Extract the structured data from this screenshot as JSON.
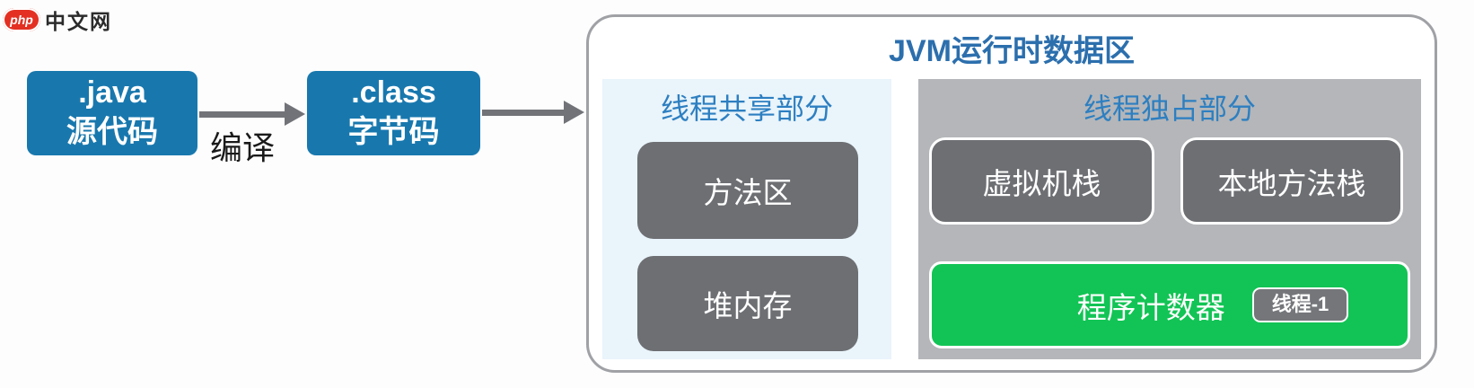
{
  "logo": {
    "brand": "php",
    "text": "中文网"
  },
  "flow": {
    "java_box": {
      "line1": ".java",
      "line2": "源代码"
    },
    "compile_label": "编译",
    "class_box": {
      "line1": ".class",
      "line2": "字节码"
    }
  },
  "jvm": {
    "title": "JVM运行时数据区",
    "shared": {
      "label": "线程共享部分",
      "boxes": [
        "方法区",
        "堆内存"
      ]
    },
    "exclusive": {
      "label": "线程独占部分",
      "boxes": [
        "虚拟机栈",
        "本地方法栈"
      ],
      "pc": {
        "label": "程序计数器",
        "thread_badge": "线程-1"
      }
    }
  },
  "colors": {
    "blue_box": "#1878ae",
    "title_blue": "#2c6fad",
    "label_blue": "#2d7fc1",
    "shared_panel_bg": "#e9f4fb",
    "exclusive_panel_bg": "#b4b6b9",
    "gray_box": "#6d6f73",
    "pc_green": "#12c455",
    "badge_gray": "#74767a",
    "arrow_gray": "#717378",
    "logo_red": "#e33022"
  }
}
